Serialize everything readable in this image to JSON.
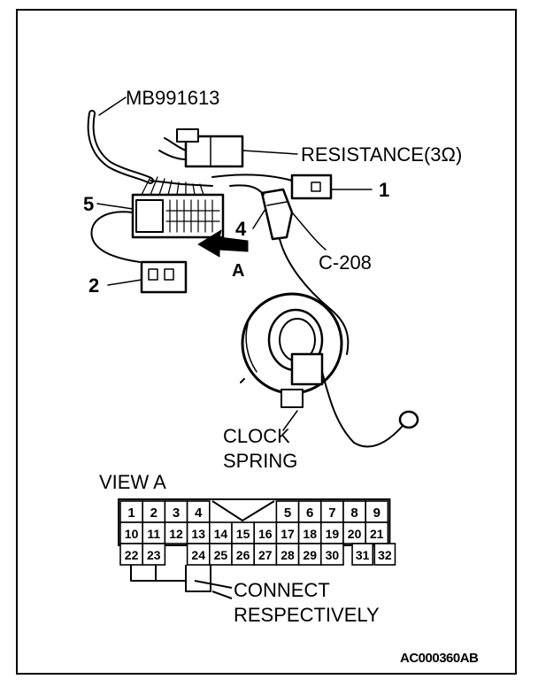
{
  "labels": {
    "tool": "MB991613",
    "resistance": "RESISTANCE(3Ω)",
    "callout_1": "1",
    "callout_2": "2",
    "callout_4": "4",
    "callout_5": "5",
    "callout_a": "A",
    "connector": "C-208",
    "clock_line1": "CLOCK",
    "clock_line2": "SPRING",
    "view": "VIEW A",
    "connect_line1": "CONNECT",
    "connect_line2": "RESPECTIVELY",
    "figure_code": "AC000360AB"
  },
  "pins": {
    "row1": [
      "1",
      "2",
      "3",
      "4",
      "5",
      "6",
      "7",
      "8",
      "9"
    ],
    "row2": [
      "10",
      "11",
      "12",
      "13",
      "14",
      "15",
      "16",
      "17",
      "18",
      "19",
      "20",
      "21"
    ],
    "row3": [
      "22",
      "23",
      "24",
      "25",
      "26",
      "27",
      "28",
      "29",
      "30",
      "31",
      "32"
    ]
  }
}
